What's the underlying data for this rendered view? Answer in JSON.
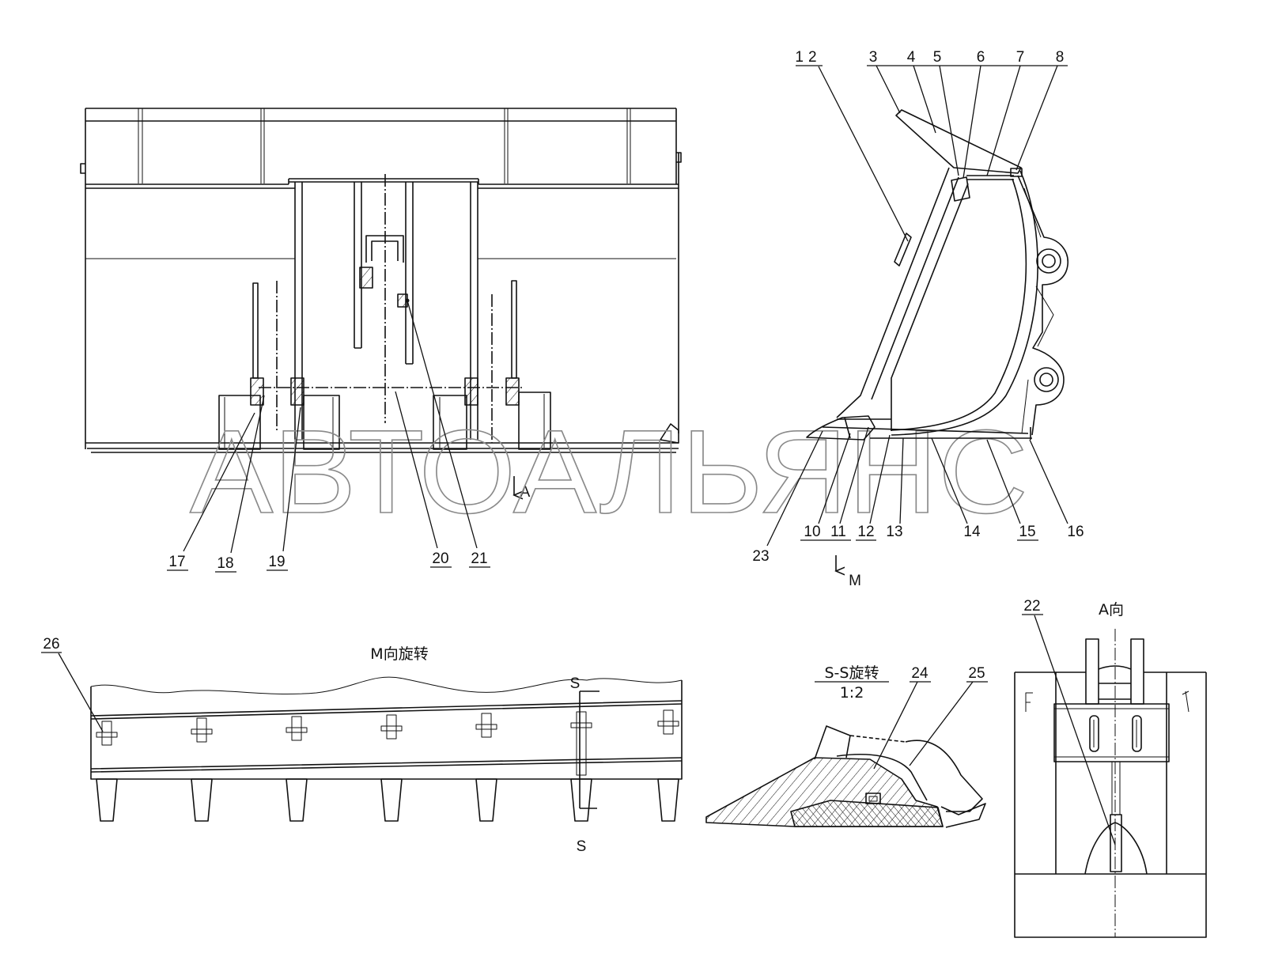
{
  "watermark": "АВТОАЛЬЯНС",
  "front_view": {
    "view_arrow_label": "A"
  },
  "side_view": {
    "view_arrow_label": "M"
  },
  "m_view": {
    "title": "M向旋转",
    "section_mark_top": "S",
    "section_mark_bottom": "S"
  },
  "section_view": {
    "title": "S-S旋转",
    "scale": "1:2"
  },
  "a_view": {
    "title": "A向"
  },
  "callouts": {
    "front": [
      "17",
      "18",
      "19",
      "20",
      "21"
    ],
    "side_top": [
      "12",
      "3",
      "4",
      "5",
      "6",
      "7",
      "8"
    ],
    "side_bottom": [
      "23",
      "10",
      "11",
      "12",
      "13",
      "14",
      "15",
      "16"
    ],
    "m_view": [
      "26"
    ],
    "section_view": [
      "24",
      "25"
    ],
    "a_view": [
      "22"
    ]
  }
}
